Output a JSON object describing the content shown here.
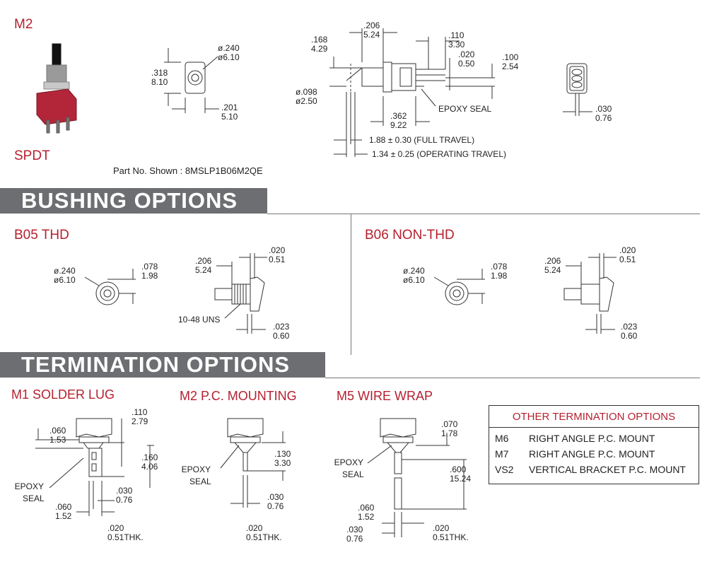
{
  "top": {
    "model": "M2",
    "pole": "SPDT",
    "part_no": "Part No. Shown : 8MSLP1B06M2QE",
    "front_view": {
      "dia_in": "ø.240",
      "dia_mm": "ø6.10",
      "h_in": ".318",
      "h_mm": "8.10",
      "w_in": ".201",
      "w_mm": "5.10"
    },
    "side_view": {
      "a_in": ".206",
      "a_mm": "5.24",
      "b_in": ".110",
      "b_mm": "3.30",
      "c_in": ".020",
      "c_mm": "0.50",
      "d_in": ".100",
      "d_mm": "2.54",
      "e_in": ".168",
      "e_mm": "4.29",
      "f_in": "ø.098",
      "f_mm": "ø2.50",
      "g_in": ".362",
      "g_mm": "9.22",
      "epoxy": "EPOXY SEAL",
      "full_travel": "1.88 ± 0.30 (FULL TRAVEL)",
      "operating_travel": "1.34 ± 0.25 (OPERATING TRAVEL)"
    },
    "end_view": {
      "in": ".030",
      "mm": "0.76"
    }
  },
  "bushing": {
    "banner": "BUSHING  OPTIONS",
    "b05": {
      "title": "B05 THD",
      "dia_in": "ø.240",
      "dia_mm": "ø6.10",
      "r_in": ".078",
      "r_mm": "1.98",
      "a_in": ".206",
      "a_mm": "5.24",
      "b_in": ".020",
      "b_mm": "0.51",
      "c_in": ".023",
      "c_mm": "0.60",
      "thread": "10-48 UNS"
    },
    "b06": {
      "title": "B06 NON-THD",
      "dia_in": "ø.240",
      "dia_mm": "ø6.10",
      "r_in": ".078",
      "r_mm": "1.98",
      "a_in": ".206",
      "a_mm": "5.24",
      "b_in": ".020",
      "b_mm": "0.51",
      "c_in": ".023",
      "c_mm": "0.60"
    }
  },
  "termination": {
    "banner": "TERMINATION  OPTIONS",
    "m1": {
      "title": "M1 SOLDER LUG",
      "a_in": ".110",
      "a_mm": "2.79",
      "b_in": ".060",
      "b_mm": "1.53",
      "c_in": ".160",
      "c_mm": "4.06",
      "d_in": ".030",
      "d_mm": "0.76",
      "e_in": ".060",
      "e_mm": "1.52",
      "f_in": ".020",
      "f_mm": "0.51THK.",
      "epoxy1": "EPOXY",
      "epoxy2": "SEAL"
    },
    "m2": {
      "title": "M2 P.C. MOUNTING",
      "a_in": ".130",
      "a_mm": "3.30",
      "b_in": ".030",
      "b_mm": "0.76",
      "c_in": ".020",
      "c_mm": "0.51THK.",
      "epoxy1": "EPOXY",
      "epoxy2": "SEAL"
    },
    "m5": {
      "title": "M5 WIRE WRAP",
      "a_in": ".070",
      "a_mm": "1.78",
      "b_in": ".600",
      "b_mm": "15.24",
      "c_in": ".060",
      "c_mm": "1.52",
      "d_in": ".030",
      "d_mm": "0.76",
      "e_in": ".020",
      "e_mm": "0.51THK.",
      "epoxy1": "EPOXY",
      "epoxy2": "SEAL"
    },
    "other": {
      "title": "OTHER TERMINATION OPTIONS",
      "rows": [
        {
          "code": "M6",
          "desc": "RIGHT ANGLE P.C. MOUNT"
        },
        {
          "code": "M7",
          "desc": "RIGHT ANGLE P.C. MOUNT"
        },
        {
          "code": "VS2",
          "desc": "VERTICAL BRACKET P.C. MOUNT"
        }
      ]
    }
  },
  "colors": {
    "accent": "#b5202f",
    "banner": "#6d6e71"
  }
}
